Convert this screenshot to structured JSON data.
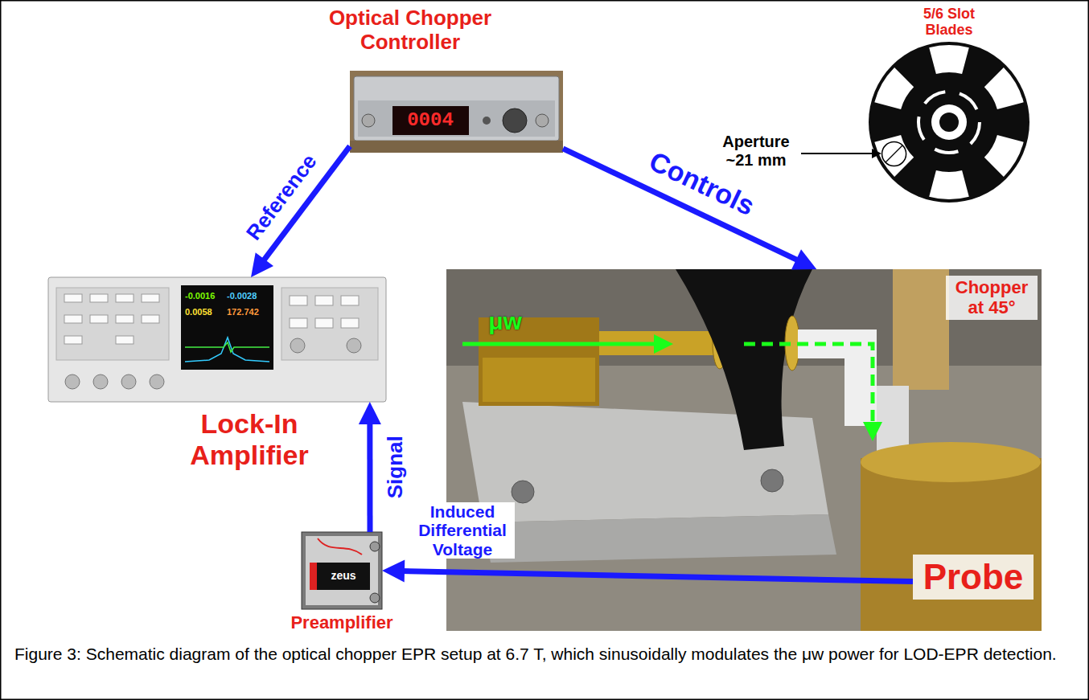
{
  "diagram": {
    "caption": "Figure 3: Schematic diagram of the optical chopper EPR setup at 6.7 T, which sinusoidally modulates the μw power for LOD-EPR detection.",
    "nodes": [
      {
        "text": [
          "Optical Chopper Controller"
        ]
      },
      {
        "text": [
          "5/6 Slot Blades"
        ]
      },
      {
        "text": [
          "Lock-In Amplifier"
        ]
      },
      {
        "text": [
          "μw",
          "Chopper at 45°"
        ]
      },
      {
        "text": [
          "Probe"
        ],
        "in": 3
      },
      {
        "text": [
          "Preamplifier"
        ]
      }
    ],
    "edges": [
      {
        "from": 0,
        "to": 2,
        "arrow": "to",
        "label": "Reference"
      },
      {
        "from": 0,
        "to": 3,
        "arrow": "to",
        "label": "Controls"
      },
      {
        "from": 5,
        "to": 2,
        "arrow": "to",
        "label": "Signal"
      },
      {
        "from": 4,
        "to": 5,
        "arrow": "to",
        "label": "Induced Differential Voltage"
      }
    ],
    "labels": [
      "0004",
      "Aperture ~21 mm",
      "-0.0016",
      "-0.0028",
      "0.0058",
      "172.742",
      "zeus"
    ]
  }
}
